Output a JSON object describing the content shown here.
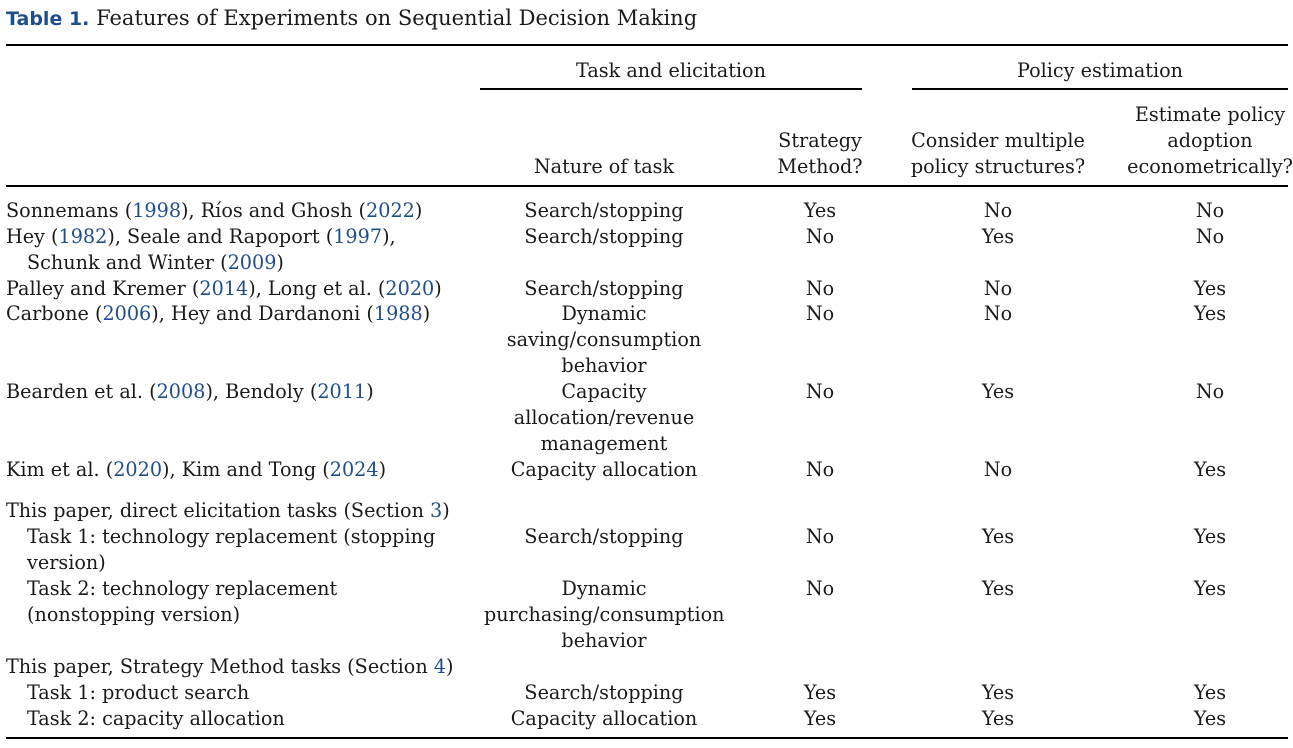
{
  "caption": {
    "label": "Table 1.",
    "title": "Features of Experiments on Sequential Decision Making"
  },
  "groups": {
    "task": "Task and elicitation",
    "policy": "Policy estimation"
  },
  "headers": {
    "nature": "Nature of task",
    "strategy": [
      "Strategy",
      "Method?"
    ],
    "multiple": [
      "Consider multiple",
      "policy structures?"
    ],
    "econ": [
      "Estimate policy",
      "adoption",
      "econometrically?"
    ]
  },
  "rows": [
    {
      "study": [
        [
          {
            "t": "Sonnemans ("
          },
          {
            "t": "1998",
            "ref": true
          },
          {
            "t": "), Ríos and Ghosh ("
          },
          {
            "t": "2022",
            "ref": true
          },
          {
            "t": ")"
          }
        ]
      ],
      "nature": [
        "Search/stopping"
      ],
      "strategy": "Yes",
      "multiple": "No",
      "econ": "No"
    },
    {
      "study": [
        [
          {
            "t": "Hey ("
          },
          {
            "t": "1982",
            "ref": true
          },
          {
            "t": "), Seale and Rapoport ("
          },
          {
            "t": "1997",
            "ref": true
          },
          {
            "t": "),"
          }
        ],
        [
          {
            "t": "Schunk and Winter ("
          },
          {
            "t": "2009",
            "ref": true
          },
          {
            "t": ")"
          }
        ]
      ],
      "nature": [
        "Search/stopping"
      ],
      "strategy": "No",
      "multiple": "Yes",
      "econ": "No"
    },
    {
      "study": [
        [
          {
            "t": "Palley and Kremer ("
          },
          {
            "t": "2014",
            "ref": true
          },
          {
            "t": "), Long et al. ("
          },
          {
            "t": "2020",
            "ref": true
          },
          {
            "t": ")"
          }
        ]
      ],
      "nature": [
        "Search/stopping"
      ],
      "strategy": "No",
      "multiple": "No",
      "econ": "Yes"
    },
    {
      "study": [
        [
          {
            "t": "Carbone ("
          },
          {
            "t": "2006",
            "ref": true
          },
          {
            "t": "), Hey and Dardanoni ("
          },
          {
            "t": "1988",
            "ref": true
          },
          {
            "t": ")"
          }
        ]
      ],
      "nature": [
        "Dynamic",
        "saving/consumption",
        "behavior"
      ],
      "strategy": "No",
      "multiple": "No",
      "econ": "Yes"
    },
    {
      "study": [
        [
          {
            "t": "Bearden et al. ("
          },
          {
            "t": "2008",
            "ref": true
          },
          {
            "t": "), Bendoly ("
          },
          {
            "t": "2011",
            "ref": true
          },
          {
            "t": ")"
          }
        ]
      ],
      "nature": [
        "Capacity",
        "allocation/revenue",
        "management"
      ],
      "strategy": "No",
      "multiple": "Yes",
      "econ": "No"
    },
    {
      "study": [
        [
          {
            "t": "Kim et al. ("
          },
          {
            "t": "2020",
            "ref": true
          },
          {
            "t": "), Kim and Tong ("
          },
          {
            "t": "2024",
            "ref": true
          },
          {
            "t": ")"
          }
        ]
      ],
      "nature": [
        "Capacity allocation"
      ],
      "strategy": "No",
      "multiple": "No",
      "econ": "Yes"
    },
    {
      "study": [
        [
          {
            "t": "This paper, direct elicitation tasks (Section "
          },
          {
            "t": "3",
            "ref": true
          },
          {
            "t": ")"
          }
        ]
      ],
      "nature": [],
      "strategy": "",
      "multiple": "",
      "econ": ""
    },
    {
      "study": [
        [
          {
            "t": "Task 1: technology replacement (stopping"
          }
        ],
        [
          {
            "t": "version)"
          }
        ]
      ],
      "nature": [
        "Search/stopping"
      ],
      "strategy": "No",
      "multiple": "Yes",
      "econ": "Yes"
    },
    {
      "study": [
        [
          {
            "t": "Task 2: technology replacement"
          }
        ],
        [
          {
            "t": "(nonstopping version)"
          }
        ]
      ],
      "nature": [
        "Dynamic",
        "purchasing/consumption",
        "behavior"
      ],
      "strategy": "No",
      "multiple": "Yes",
      "econ": "Yes"
    },
    {
      "study": [
        [
          {
            "t": "This paper, Strategy Method tasks (Section "
          },
          {
            "t": "4",
            "ref": true
          },
          {
            "t": ")"
          }
        ]
      ],
      "nature": [],
      "strategy": "",
      "multiple": "",
      "econ": ""
    },
    {
      "study": [
        [
          {
            "t": "Task 1: product search"
          }
        ]
      ],
      "nature": [
        "Search/stopping"
      ],
      "strategy": "Yes",
      "multiple": "Yes",
      "econ": "Yes"
    },
    {
      "study": [
        [
          {
            "t": "Task 2: capacity allocation"
          }
        ]
      ],
      "nature": [
        "Capacity allocation"
      ],
      "strategy": "Yes",
      "multiple": "Yes",
      "econ": "Yes"
    }
  ],
  "colors": {
    "link": "#1f4e8c",
    "label": "#1f4e8c",
    "text": "#1a1a1a"
  }
}
